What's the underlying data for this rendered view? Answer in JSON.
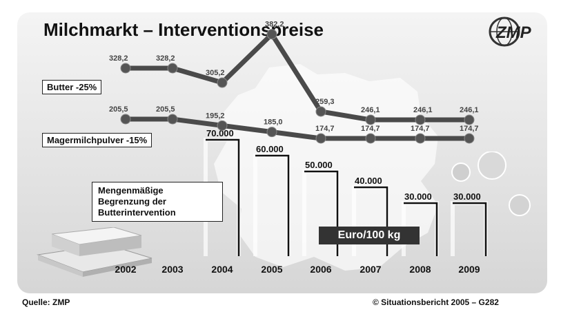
{
  "title": "Milchmarkt – Interventionspreise",
  "logo_text": "ZMP",
  "footer": {
    "source": "Quelle: ZMP",
    "copyright": "© Situationsbericht 2005 – G282"
  },
  "unit_label": "Euro/100 kg",
  "note_lines": [
    "Mengenmäßige",
    "Begrenzung der",
    "Butterintervention"
  ],
  "colors": {
    "line": "#4a4a4a",
    "marker": "#555555",
    "bar_stroke": "#111111",
    "panel": "#e0e0e0"
  },
  "chart_data": {
    "type": "line",
    "x": [
      "2002",
      "2003",
      "2004",
      "2005",
      "2006",
      "2007",
      "2008",
      "2009"
    ],
    "series": [
      {
        "name": "Butter -25%",
        "values": [
          328.2,
          328.2,
          305.2,
          382.2,
          259.3,
          246.1,
          246.1,
          246.1
        ],
        "labels": [
          "328,2",
          "328,2",
          "305,2",
          "382,2",
          "259,3",
          "246,1",
          "246,1",
          "246,1"
        ]
      },
      {
        "name": "Magermilchpulver -15%",
        "values": [
          205.5,
          205.5,
          195.2,
          185.0,
          174.7,
          174.7,
          174.7,
          174.7
        ],
        "labels": [
          "205,5",
          "205,5",
          "195,2",
          "185,0",
          "174,7",
          "174,7",
          "174,7",
          "174,7"
        ]
      }
    ],
    "quantity_series": {
      "name": "Mengenmäßige Begrenzung der Butterintervention",
      "x": [
        "2004",
        "2005",
        "2006",
        "2007",
        "2008",
        "2009"
      ],
      "values": [
        70000,
        60000,
        50000,
        40000,
        30000,
        30000
      ],
      "labels": [
        "70.000",
        "60.000",
        "50.000",
        "40.000",
        "30.000",
        "30.000"
      ]
    }
  }
}
